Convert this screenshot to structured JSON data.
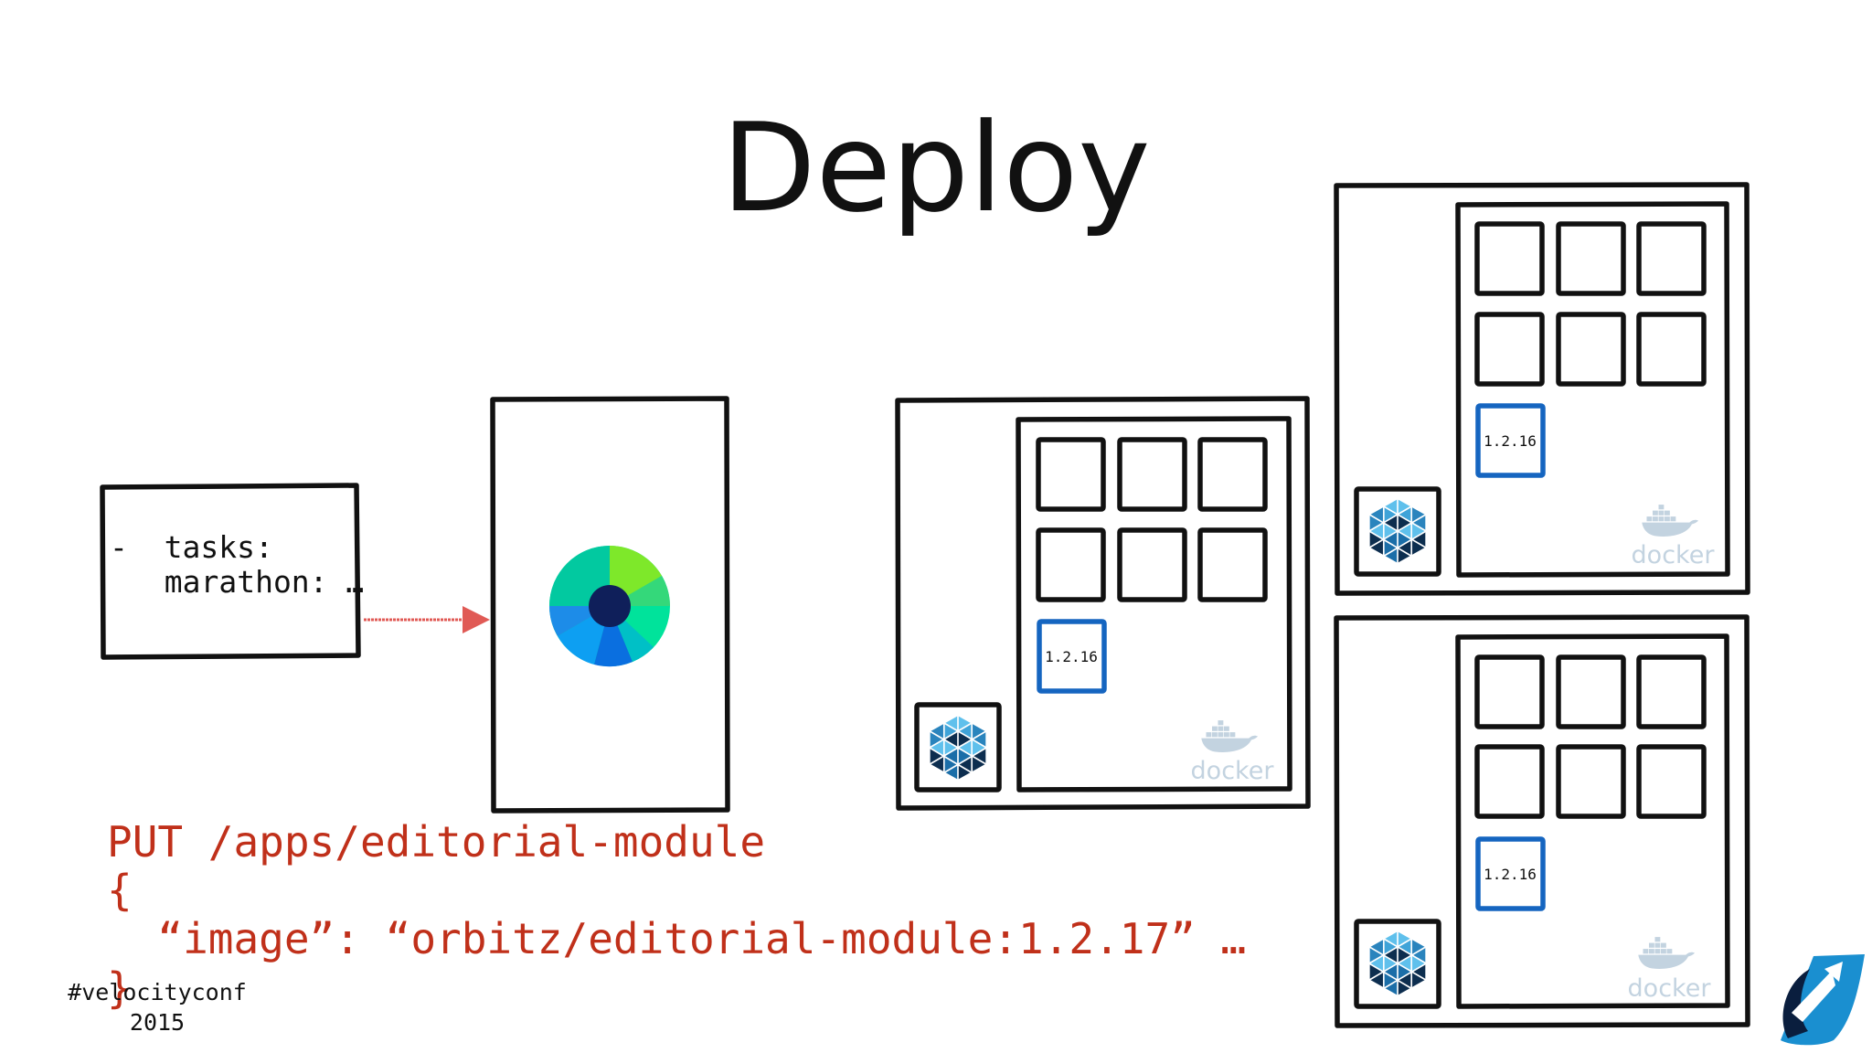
{
  "slide": {
    "title": "Deploy",
    "config_lines": [
      "-  tasks:",
      "  marathon: …"
    ],
    "code_lines": [
      "PUT /apps/editorial-module",
      "{",
      "  “image”: “orbitz/editorial-module:1.2.17” …",
      "}"
    ],
    "conference_tag": [
      "#velocityconf",
      "2015"
    ]
  },
  "hosts": [
    {
      "version_label": "1.2.16",
      "docker_label": "docker"
    },
    {
      "version_label": "1.2.16",
      "docker_label": "docker"
    },
    {
      "version_label": "1.2.16",
      "docker_label": "docker"
    }
  ],
  "icons": {
    "scheduler": "marathon-logo-icon",
    "agent": "mesos-hexagon-icon",
    "container_runtime": "docker-whale-icon",
    "brand": "orbitz-logo-icon"
  },
  "colors": {
    "arrow": "#e05a55",
    "code": "#c0301a",
    "new_slot": "#1565c0",
    "mesos_light": "#3fa3d8",
    "mesos_dark": "#0d2e4f",
    "docker": "#c3d3e0",
    "orbitz": "#1a8fd0"
  }
}
